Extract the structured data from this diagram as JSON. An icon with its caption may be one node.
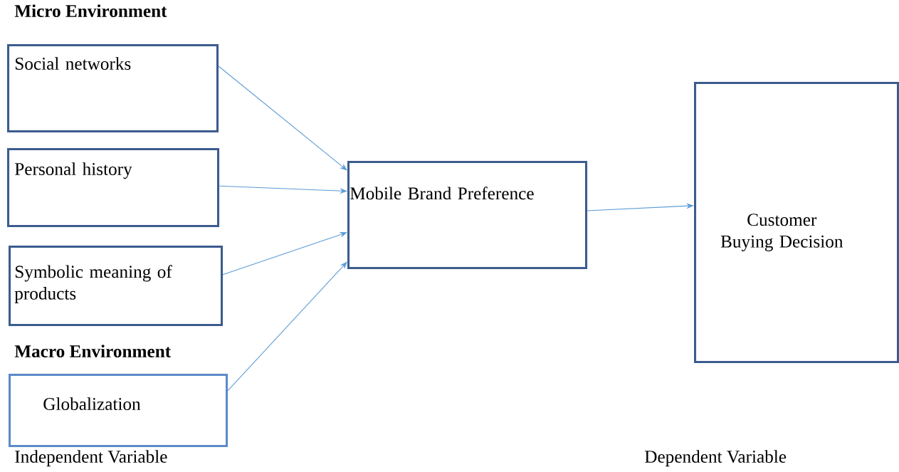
{
  "diagram": {
    "nodes": [
      {
        "text": [
          "Social networks"
        ]
      },
      {
        "text": [
          "Personal history"
        ]
      },
      {
        "text": [
          "Symbolic meaning of products"
        ]
      },
      {
        "text": [
          "Globalization"
        ]
      },
      {
        "text": [
          "Mobile Brand Preference"
        ]
      },
      {
        "text": [
          "Customer Buying Decision"
        ]
      }
    ],
    "edges": [
      {
        "from": 0,
        "to": 4,
        "arrow": "to"
      },
      {
        "from": 1,
        "to": 4,
        "arrow": "to"
      },
      {
        "from": 2,
        "to": 4,
        "arrow": "to"
      },
      {
        "from": 3,
        "to": 4,
        "arrow": "to"
      },
      {
        "from": 4,
        "to": 5,
        "arrow": "to"
      }
    ],
    "labels": [
      "Micro Environment",
      "Macro Environment",
      "Independent Variable",
      "Dependent Variable"
    ]
  }
}
